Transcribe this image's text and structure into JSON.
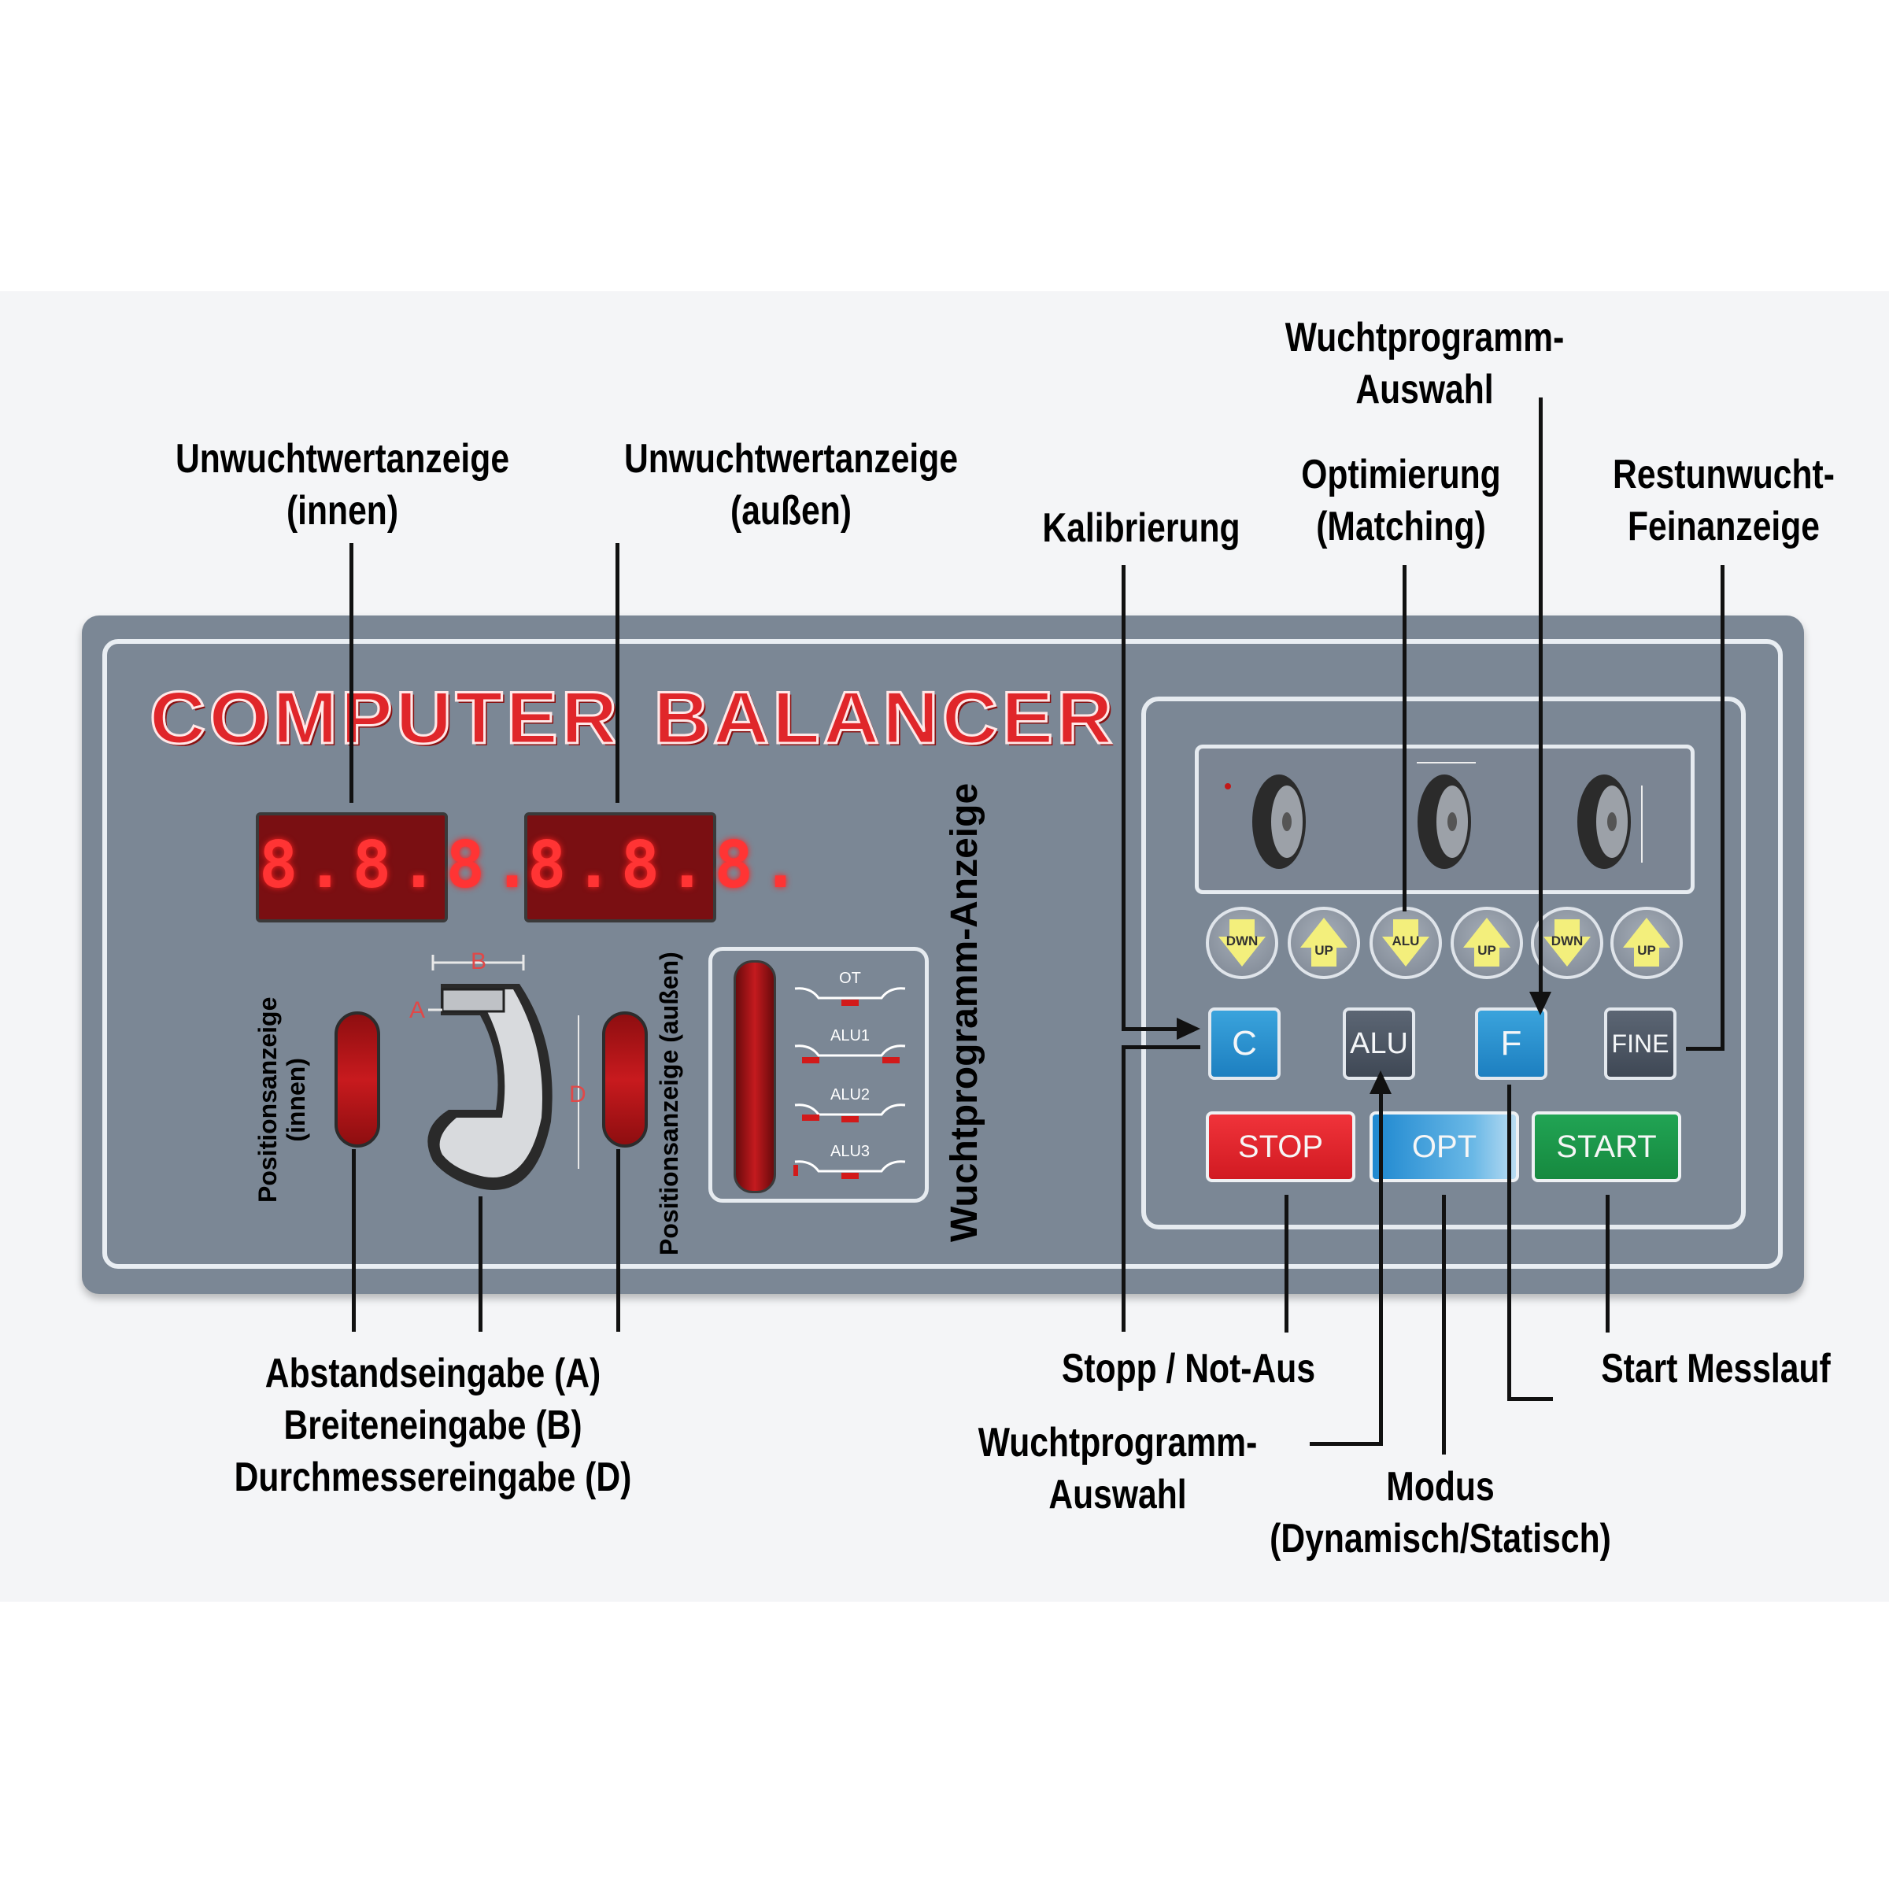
{
  "panel": {
    "title_words": [
      "COMPUTER",
      "BALANCER"
    ],
    "led_left": "8.8.8.",
    "led_right": "8.8.8.",
    "wheel_dims": {
      "a": "A",
      "b": "B",
      "d": "D"
    },
    "program_indicator": {
      "items": [
        {
          "label": "OT"
        },
        {
          "label": "ALU1"
        },
        {
          "label": "ALU2"
        },
        {
          "label": "ALU3"
        }
      ]
    },
    "vertical_labels": {
      "pos_inner_1": "Positionsanzeige",
      "pos_inner_2": "(innen)",
      "pos_outer": "Positionsanzeige (außen)",
      "program_display": "Wuchtprogramm-Anzeige"
    },
    "arrow_buttons": [
      {
        "label": "DWN",
        "direction": "down"
      },
      {
        "label": "UP",
        "direction": "up"
      },
      {
        "label": "ALU",
        "direction": "down"
      },
      {
        "label": "UP",
        "direction": "up"
      },
      {
        "label": "DWN",
        "direction": "down"
      },
      {
        "label": "UP",
        "direction": "up"
      }
    ],
    "keys": {
      "c": "C",
      "alu": "ALU",
      "f": "F",
      "fine": "FINE",
      "stop": "STOP",
      "opt": "OPT",
      "start": "START"
    },
    "colors": {
      "panel": "#7b8795",
      "title_red": "#e0262a",
      "led_red": "#ff3434",
      "stop_red": "#e0262a",
      "opt_blue": "#1e88d0",
      "start_green": "#1c9a4a",
      "arrow_yellow": "#f3ef7c"
    }
  },
  "callouts": {
    "unwucht_innen": [
      "Unwuchtwertanzeige",
      "(innen)"
    ],
    "unwucht_aussen": [
      "Unwuchtwertanzeige",
      "(außen)"
    ],
    "kalibrierung": [
      "Kalibrierung"
    ],
    "optimierung": [
      "Optimierung",
      "(Matching)"
    ],
    "wuchtprogramm_top": [
      "Wuchtprogramm-",
      "Auswahl"
    ],
    "restunwucht": [
      "Restunwucht-",
      "Feinanzeige"
    ],
    "eingabe": [
      "Abstandseingabe (A)",
      "Breiteneingabe (B)",
      "Durchmessereingabe (D)"
    ],
    "stopp": [
      "Stopp / Not-Aus"
    ],
    "wuchtprogramm_bottom": [
      "Wuchtprogramm-",
      "Auswahl"
    ],
    "modus": [
      "Modus",
      "(Dynamisch/Statisch)"
    ],
    "start": [
      "Start Messlauf"
    ]
  }
}
